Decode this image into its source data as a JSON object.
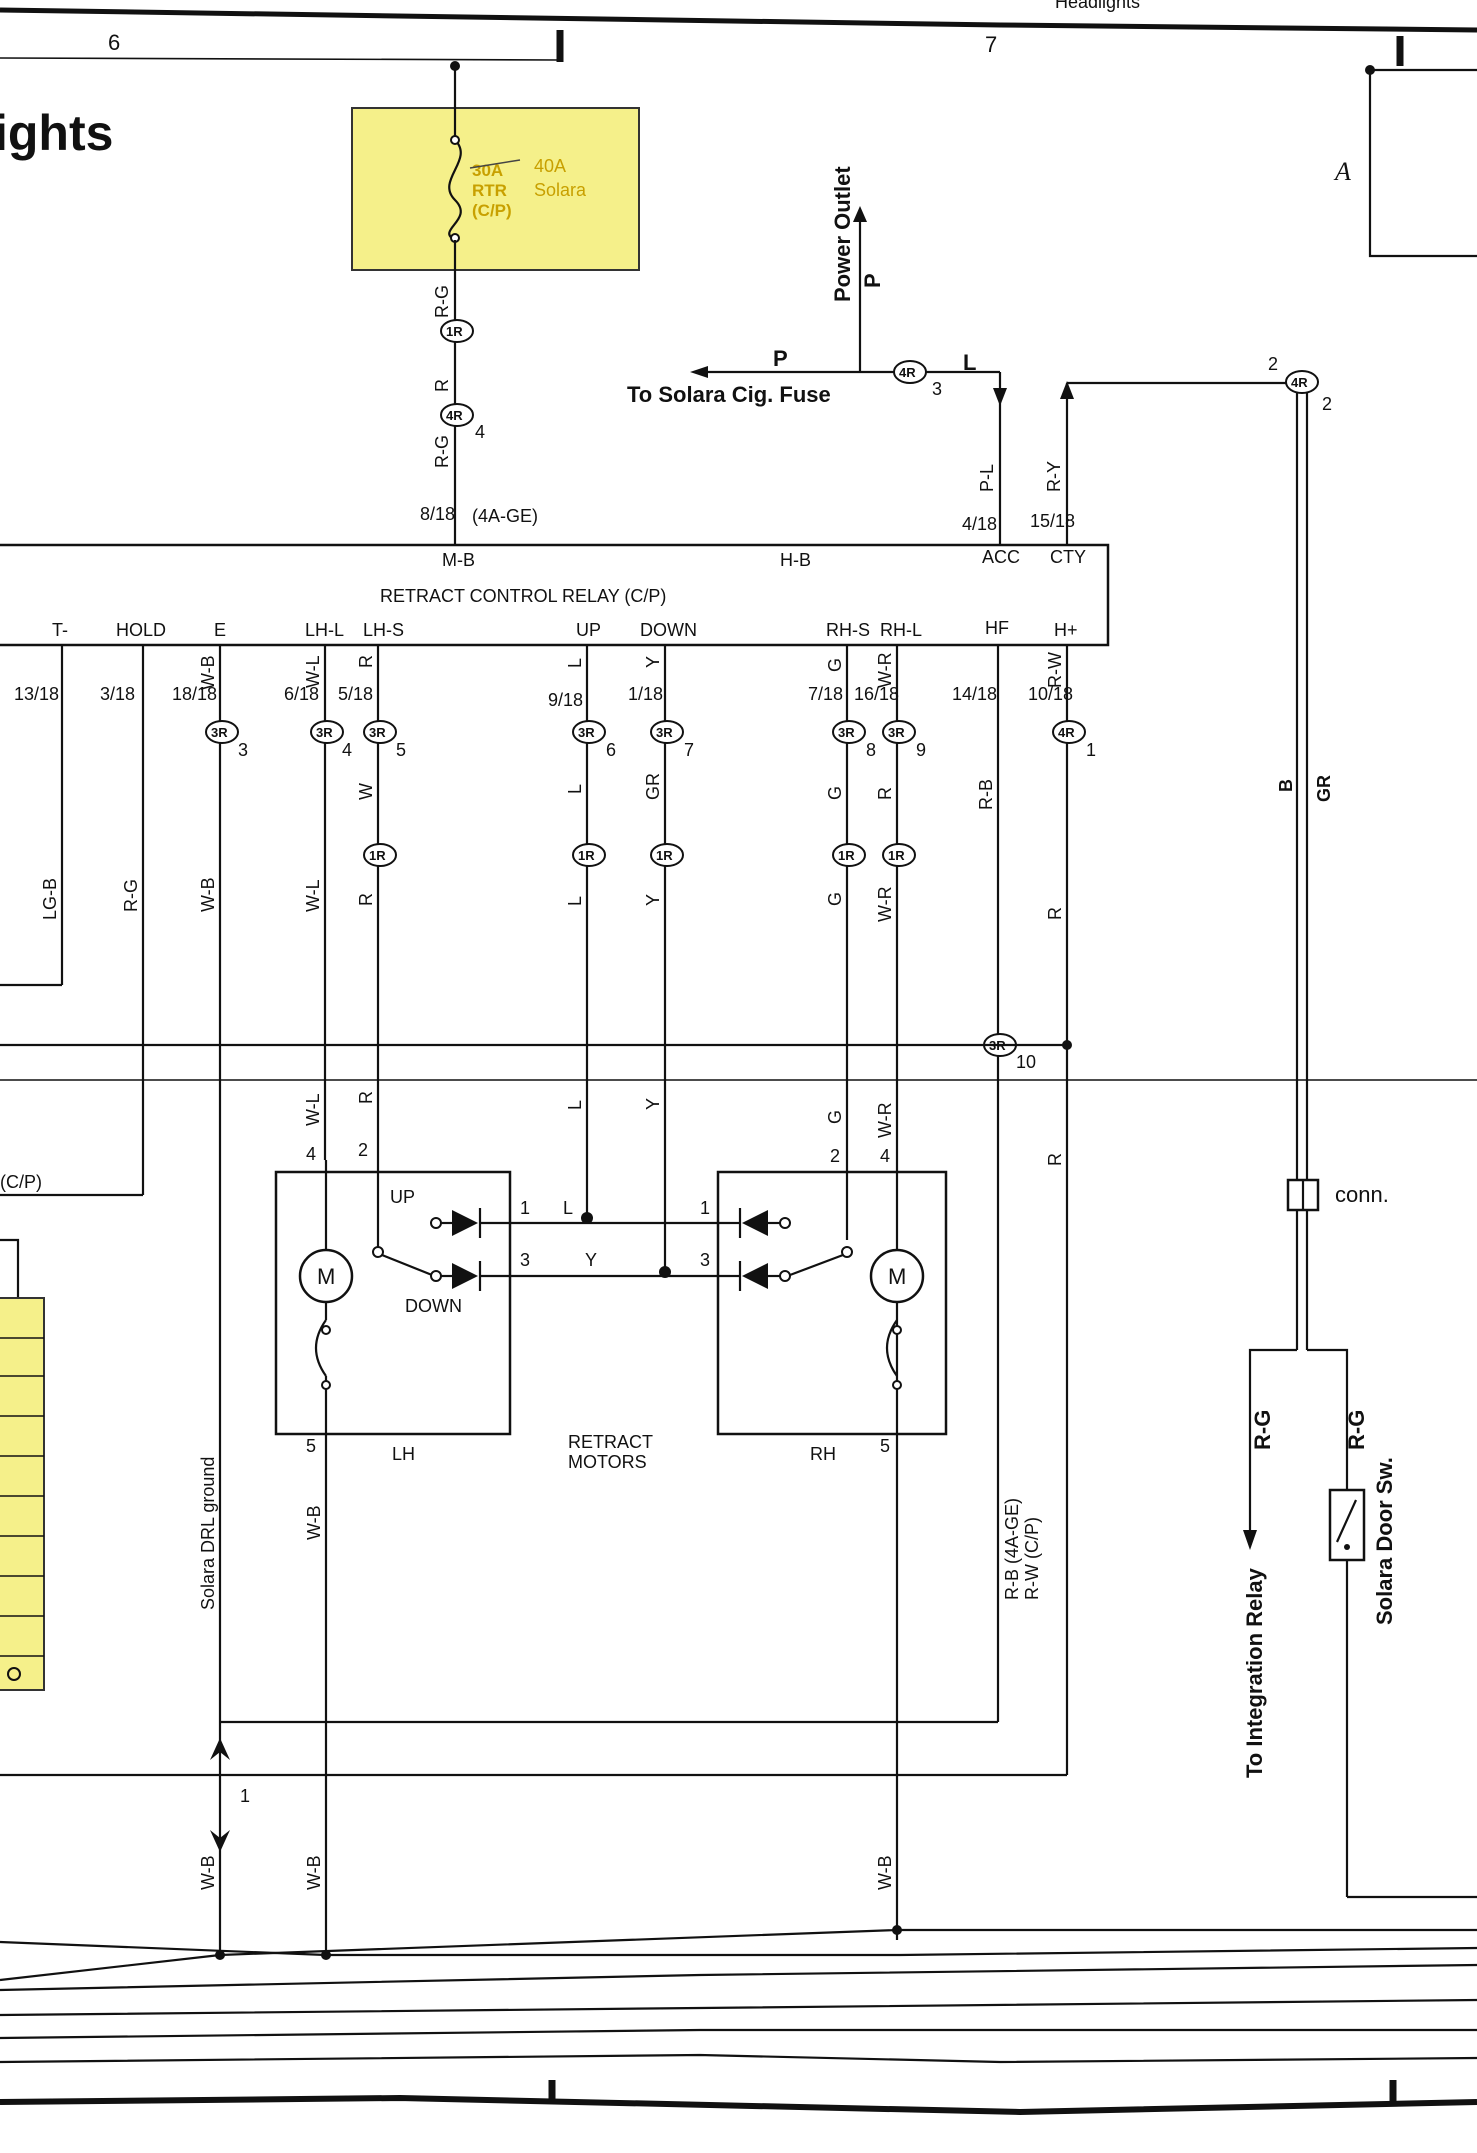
{
  "header": {
    "col_left": "6",
    "col_right": "7",
    "page_title_fragment": "ights",
    "top_fragment": "Headlights",
    "marker_a": "A"
  },
  "fuse": {
    "label_1": "30A",
    "label_2": "RTR",
    "label_3": "(C/P)",
    "alt_1": "40A",
    "alt_2": "Solara",
    "highlight_color": "#f5f08a"
  },
  "relay": {
    "title": "RETRACT CONTROL RELAY (C/P)",
    "top_terms": [
      "M-B",
      "H-B",
      "ACC",
      "CTY"
    ],
    "bottom_terms": [
      "T-",
      "HOLD",
      "E",
      "LH-L",
      "LH-S",
      "UP",
      "DOWN",
      "RH-S",
      "RH-L",
      "HF",
      "H+"
    ],
    "engine_note": "(4A-GE)"
  },
  "pins": {
    "p8": "8/18",
    "p4": "4/18",
    "p15": "15/18",
    "p13": "13/18",
    "p3": "3/18",
    "p18": "18/18",
    "p6": "6/18",
    "p5": "5/18",
    "p9": "9/18",
    "p1": "1/18",
    "p7": "7/18",
    "p16": "16/18",
    "p14": "14/18",
    "p10": "10/18"
  },
  "connectors": {
    "c1R": "1R",
    "c4R": "4R",
    "c3R": "3R"
  },
  "pin_numbers": [
    "4",
    "3",
    "2",
    "2",
    "3",
    "4",
    "5",
    "6",
    "7",
    "8",
    "9",
    "1",
    "10",
    "1",
    "4",
    "2",
    "1",
    "3",
    "5",
    "5",
    "1",
    "3",
    "2",
    "4"
  ],
  "wire_colors": {
    "RG": "R-G",
    "R": "R",
    "RB": "R-B",
    "WB": "W-B",
    "WL": "W-L",
    "W": "W",
    "L": "L",
    "Y": "Y",
    "GR": "GR",
    "G": "G",
    "WR": "W-R",
    "RW": "R-W",
    "PL": "P-L",
    "RY": "R-Y",
    "P": "P",
    "LGB": "LG-B",
    "B": "B"
  },
  "labels": {
    "power_outlet": "Power Outlet",
    "cig_fuse": "To Solara Cig. Fuse",
    "conn": "conn.",
    "up": "UP",
    "down": "DOWN",
    "lh": "LH",
    "rh": "RH",
    "motors_1": "RETRACT",
    "motors_2": "MOTORS",
    "drl_ground": "Solara DRL ground",
    "integration": "To Integration Relay",
    "door_sw": "Solara Door Sw.",
    "rb_note_1": "R-B (4A-GE)",
    "rb_note_2": "R-W (C/P)",
    "cp": "(C/P)",
    "motor": "M",
    "ground_pin": "1"
  }
}
